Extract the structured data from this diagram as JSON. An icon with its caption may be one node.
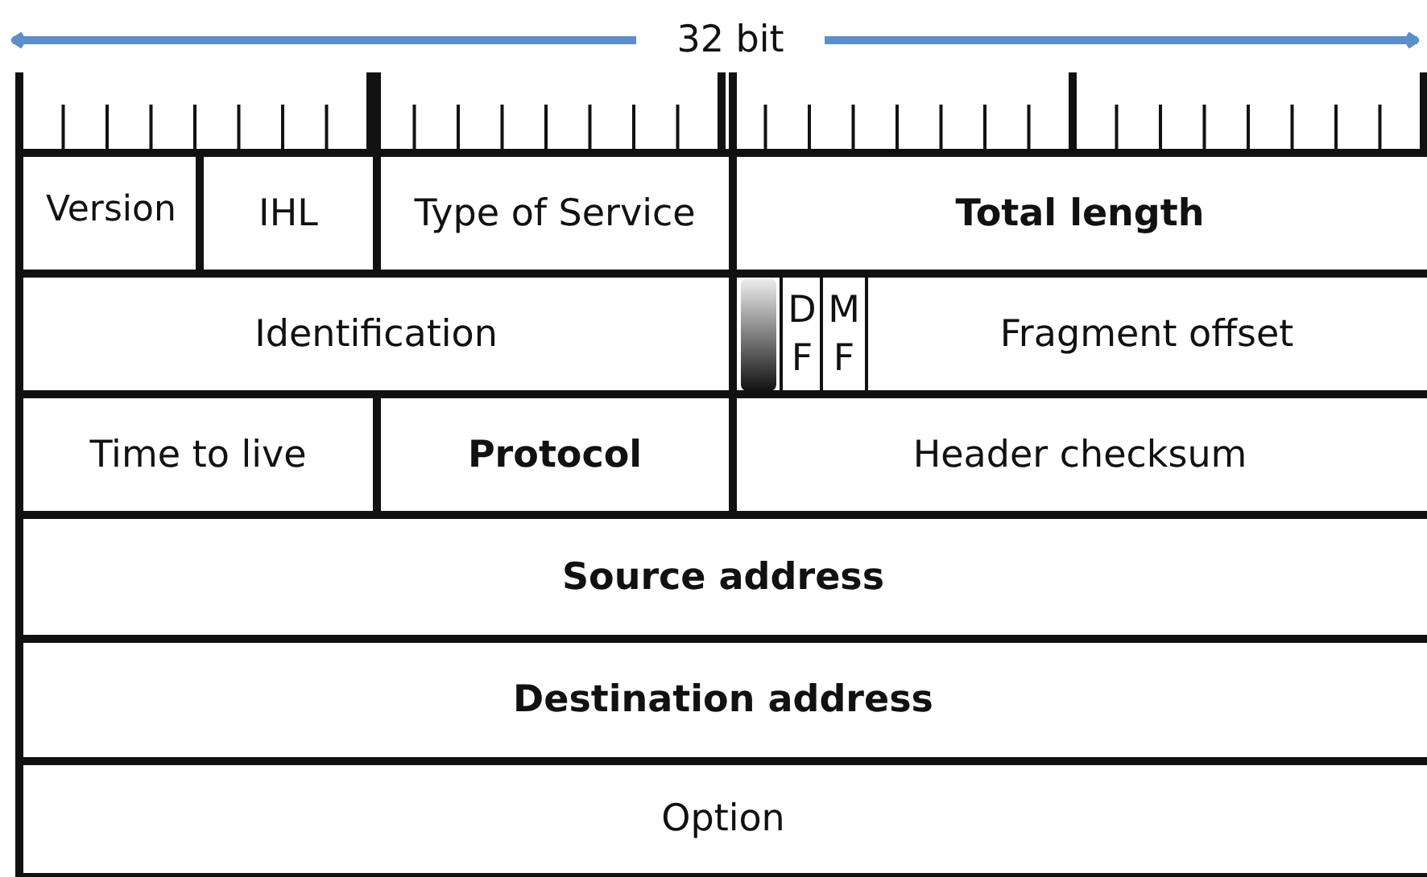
{
  "diagram": {
    "labels": [
      "32 bit",
      "Version",
      "IHL",
      "Type of Service",
      "Total length",
      "Identification",
      "DF",
      "MF",
      "Fragment offset",
      "Time to live",
      "Protocol",
      "Header checksum",
      "Source address",
      "Destination address",
      "Option"
    ]
  }
}
